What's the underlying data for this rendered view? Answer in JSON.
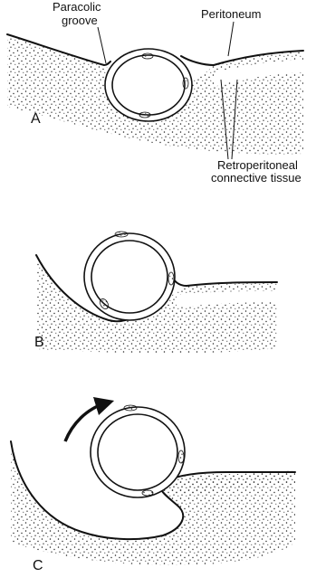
{
  "panels": [
    {
      "id": "A",
      "label": "A"
    },
    {
      "id": "B",
      "label": "B"
    },
    {
      "id": "C",
      "label": "C"
    }
  ],
  "labels": {
    "paracolic_line1": "Paracolic",
    "paracolic_line2": "groove",
    "peritoneum": "Peritoneum",
    "retro_line1": "Retroperitoneal",
    "retro_line2": "connective tissue"
  },
  "colors": {
    "ink": "#111111",
    "background": "#ffffff"
  },
  "icons": {
    "rotation": "curved-arrow-icon"
  }
}
